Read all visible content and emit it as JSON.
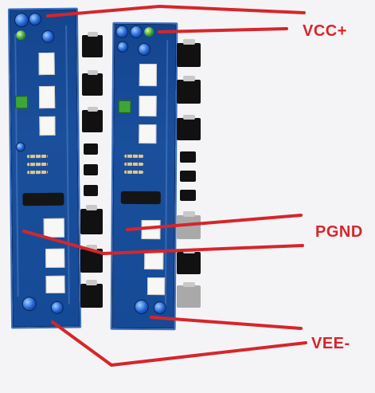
{
  "labels": {
    "vcc": "VCC+",
    "pgnd": "PGND",
    "vee": "VEE-"
  },
  "colors": {
    "pointer": "#d7252a",
    "pcb": "#1a4f9c",
    "background": "#f4f4f6"
  }
}
